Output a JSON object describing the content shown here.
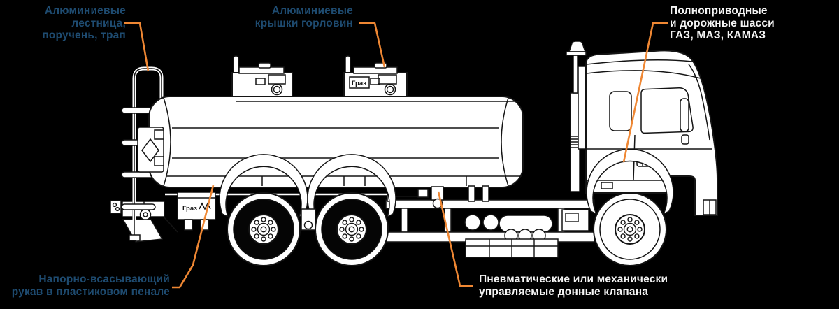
{
  "colors": {
    "background": "#000000",
    "line_art": "#141414",
    "truck_fill": "#FFFFFF",
    "leader_orange": "#EF8733",
    "label_blue": "#1E4B70",
    "label_white": "#F4F4F4"
  },
  "labels": {
    "ladder": {
      "lines": [
        "Алюминиевые",
        "лестница,",
        "поручень, трап"
      ]
    },
    "hatches": {
      "lines": [
        "Алюминиевые",
        "крышки горловин"
      ]
    },
    "chassis": {
      "lines": [
        "Полноприводные",
        "и дорожные шасси",
        "ГАЗ, МАЗ, КАМАЗ"
      ]
    },
    "hose": {
      "lines": [
        "Напорно-всасывающий",
        "рукав в пластиковом пенале"
      ]
    },
    "valves": {
      "lines": [
        "Пневматические или механически",
        "управляемые донные клапана"
      ]
    }
  },
  "truck": {
    "hatch_logo": "Граз",
    "pencase_logo": "Граз"
  }
}
